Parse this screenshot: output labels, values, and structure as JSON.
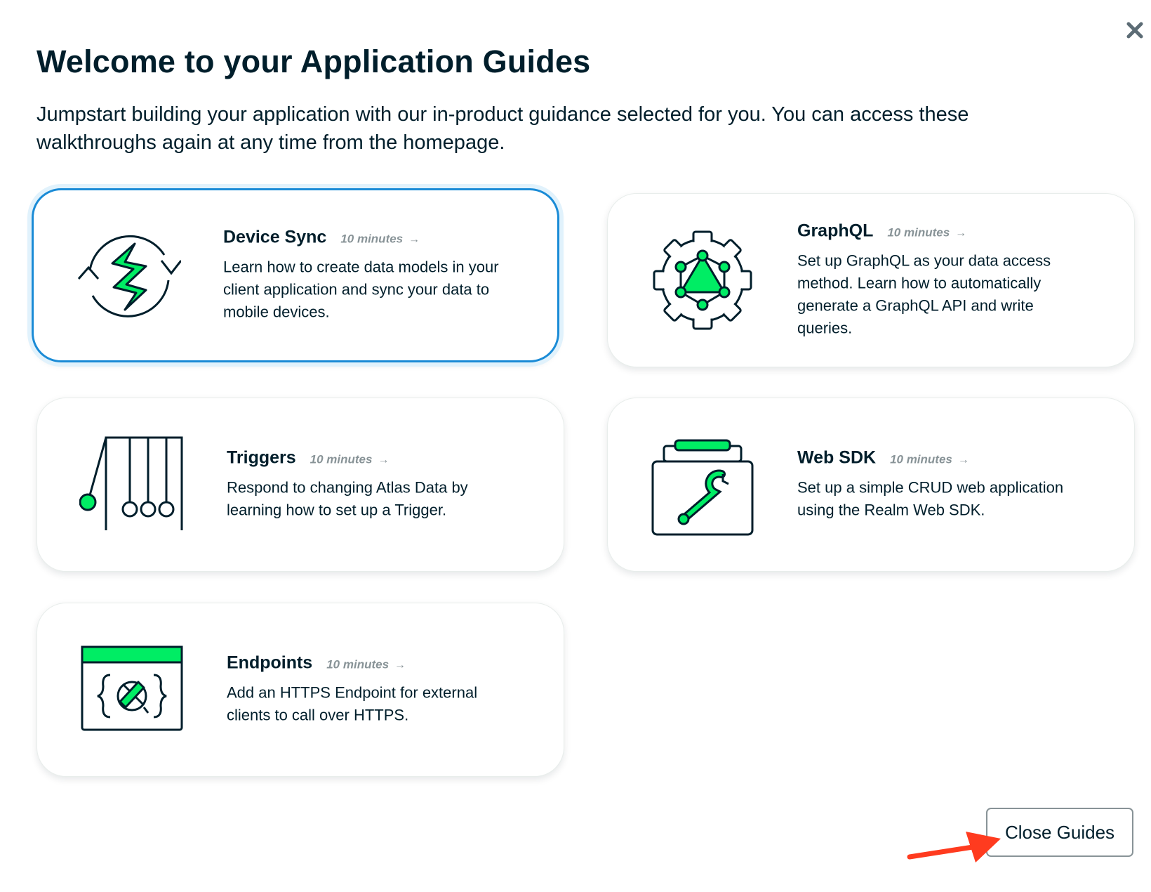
{
  "modal": {
    "title": "Welcome to your Application Guides",
    "subtitle": "Jumpstart building your application with our in-product guidance selected for you. You can access these walkthroughs again at any time from the homepage.",
    "close_icon": "close-x-icon",
    "close_button_label": "Close Guides"
  },
  "colors": {
    "accent_green": "#00ed64",
    "ink": "#001e2b",
    "selected_border": "#1a8bd6",
    "muted_text": "#889397",
    "annotation_arrow": "#ff3b1f"
  },
  "guides": [
    {
      "title": "Device Sync",
      "duration": "10 minutes",
      "arrow": "→",
      "description": "Learn how to create data models in your client application and sync your data to mobile devices.",
      "icon": "sync-bolt-icon",
      "selected": true
    },
    {
      "title": "GraphQL",
      "duration": "10 minutes",
      "arrow": "→",
      "description": "Set up GraphQL as your data access method. Learn how to automatically generate a GraphQL API and write queries.",
      "icon": "graphql-gear-icon",
      "selected": false
    },
    {
      "title": "Triggers",
      "duration": "10 minutes",
      "arrow": "→",
      "description": "Respond to changing Atlas Data by learning how to set up a Trigger.",
      "icon": "newtons-cradle-icon",
      "selected": false
    },
    {
      "title": "Web SDK",
      "duration": "10 minutes",
      "arrow": "→",
      "description": "Set up a simple CRUD web application using the Realm Web SDK.",
      "icon": "toolbox-wrench-icon",
      "selected": false
    },
    {
      "title": "Endpoints",
      "duration": "10 minutes",
      "arrow": "→",
      "description": "Add an HTTPS Endpoint for external clients to call over HTTPS.",
      "icon": "endpoint-window-icon",
      "selected": false
    }
  ]
}
